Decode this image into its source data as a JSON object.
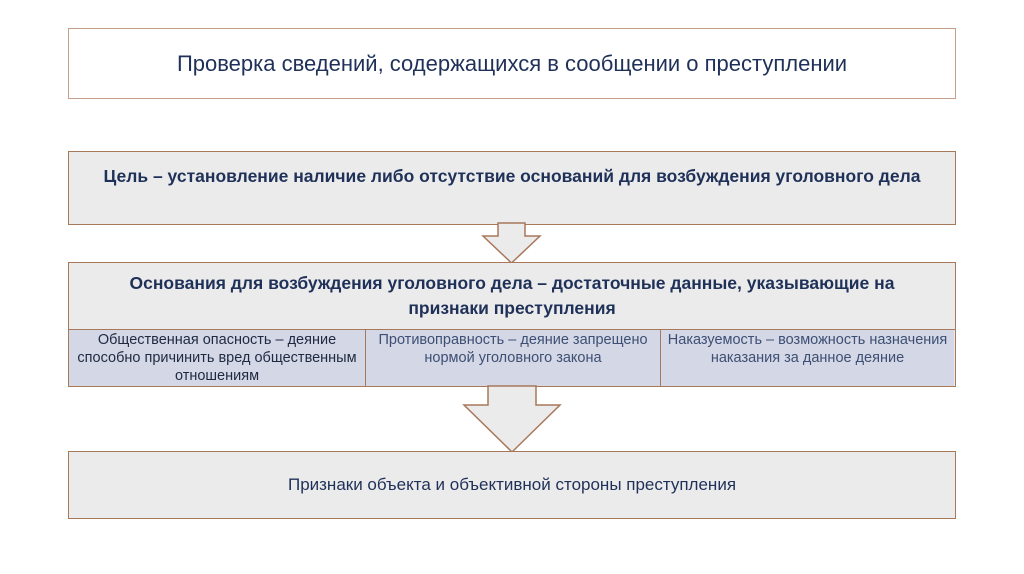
{
  "diagram": {
    "title": "Проверка сведений, содержащихся в сообщении о преступлении",
    "goal": "Цель – установление наличие либо отсутствие оснований для возбуждения уголовного дела",
    "grounds": {
      "title": "Основания для возбуждения уголовного дела – достаточные данные, указывающие на признаки преступления",
      "cells": [
        {
          "text": "Общественная опасность – деяние способно причинить вред общественным отношениям"
        },
        {
          "text": "Противоправность – деяние запрещено нормой уголовного закона"
        },
        {
          "text": "Наказуемость – возможность назначения наказания за данное деяние"
        }
      ]
    },
    "result": "Признаки объекта и объективной стороны преступления"
  },
  "colors": {
    "border": "#a8785a",
    "box_fill": "#ebebeb",
    "cell_fill": "#d3d7e6",
    "text": "#1f3158"
  },
  "icons": [
    "down-arrow-icon",
    "down-arrow-icon"
  ]
}
